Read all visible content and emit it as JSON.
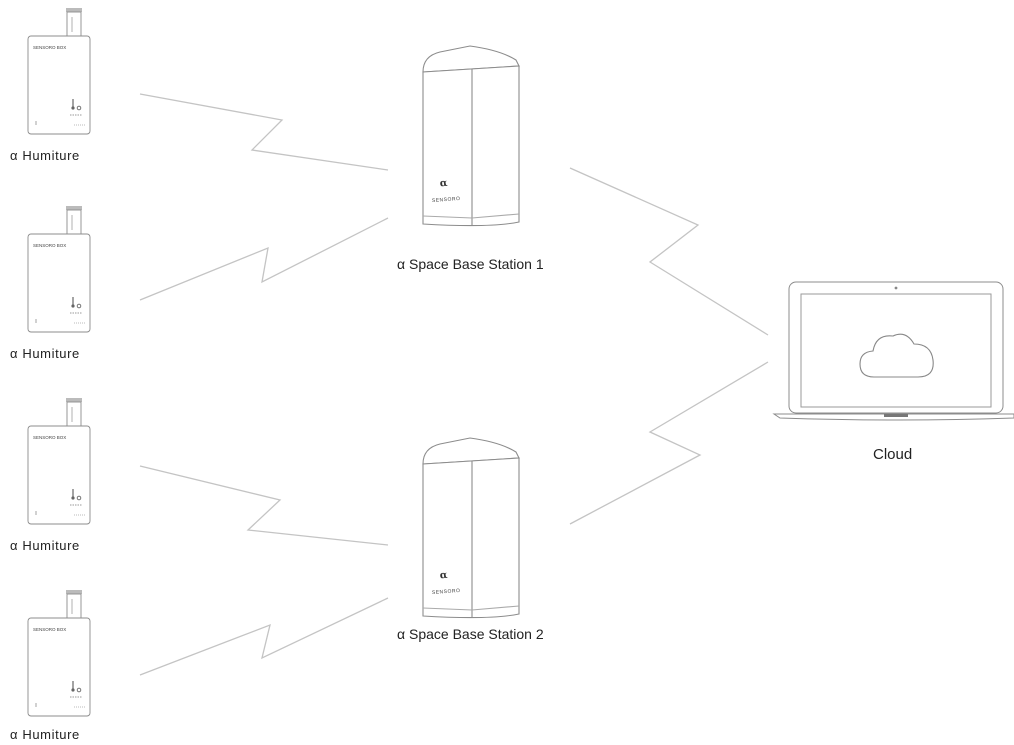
{
  "diagram": {
    "sensors": [
      {
        "box_text": "SENSORO BOX",
        "label": "α Humiture"
      },
      {
        "box_text": "SENSORO BOX",
        "label": "α Humiture"
      },
      {
        "box_text": "SENSORO BOX",
        "label": "α Humiture"
      },
      {
        "box_text": "SENSORO BOX",
        "label": "α Humiture"
      }
    ],
    "stations": [
      {
        "brand": "SENSORO",
        "logo": "α",
        "label": "α Space Base Station 1"
      },
      {
        "brand": "SENSORO",
        "logo": "α",
        "label": "α Space Base Station 2"
      }
    ],
    "cloud": {
      "label": "Cloud",
      "icon": "cloud-icon"
    },
    "colors": {
      "line": "#bdbdbd",
      "outline": "#8c8c8c",
      "text": "#222222"
    }
  }
}
